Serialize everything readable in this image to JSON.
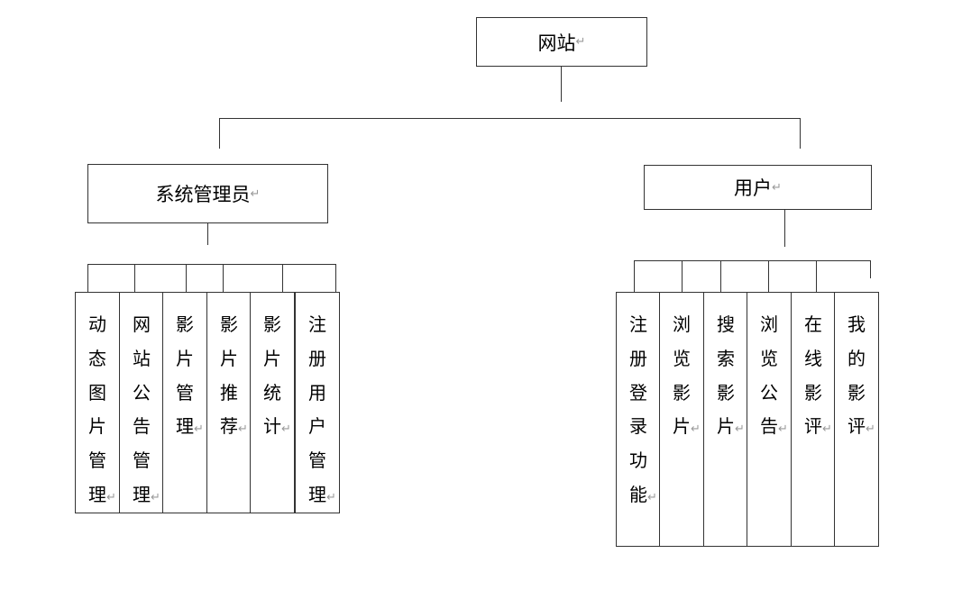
{
  "diagram": {
    "root": {
      "label": "网站",
      "mark": "↵"
    },
    "branches": [
      {
        "label": "系统管理员",
        "mark": "↵",
        "children": [
          {
            "label": "动态图片管理",
            "mark": "↵"
          },
          {
            "label": "网站公告管理",
            "mark": "↵"
          },
          {
            "label": "影片管理",
            "mark": "↵"
          },
          {
            "label": "影片推荐",
            "mark": "↵"
          },
          {
            "label": "影片统计",
            "mark": "↵"
          },
          {
            "label": "注册用户管理",
            "mark": "↵"
          }
        ]
      },
      {
        "label": "用户",
        "mark": "↵",
        "children": [
          {
            "label": "注册登录功能",
            "mark": "↵"
          },
          {
            "label": "浏览影片",
            "mark": "↵"
          },
          {
            "label": "搜索影片",
            "mark": "↵"
          },
          {
            "label": "浏览公告",
            "mark": "↵"
          },
          {
            "label": "在线影评",
            "mark": "↵"
          },
          {
            "label": "我的影评",
            "mark": "↵"
          }
        ]
      }
    ]
  }
}
